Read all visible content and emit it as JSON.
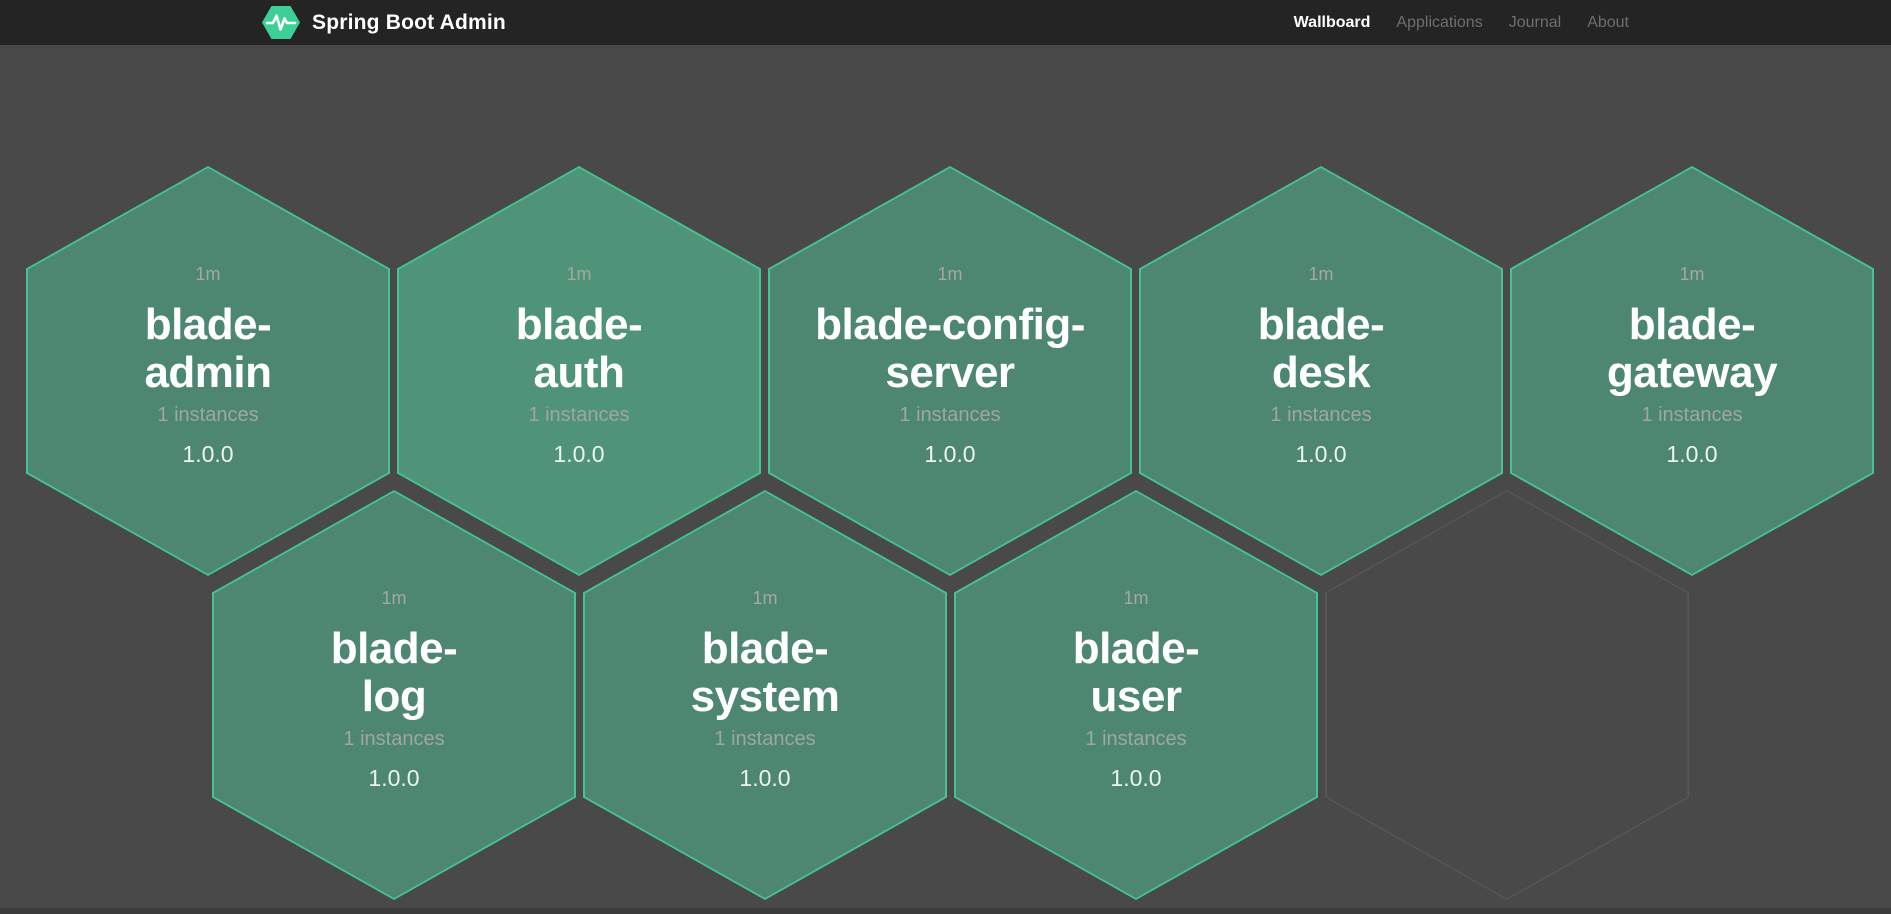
{
  "navbar": {
    "brand": "Spring Boot Admin",
    "brand_icon": "pulse-hexagon-icon",
    "links": [
      {
        "label": "Wallboard",
        "active": true
      },
      {
        "label": "Applications",
        "active": false
      },
      {
        "label": "Journal",
        "active": false
      },
      {
        "label": "About",
        "active": false
      }
    ]
  },
  "wallboard": {
    "tiles": [
      {
        "uptime": "1m",
        "name": "blade-admin",
        "instances": "1 instances",
        "version": "1.0.0",
        "status": "up"
      },
      {
        "uptime": "1m",
        "name": "blade-auth",
        "instances": "1 instances",
        "version": "1.0.0",
        "status": "up",
        "bright": true
      },
      {
        "uptime": "1m",
        "name": "blade-config-server",
        "instances": "1 instances",
        "version": "1.0.0",
        "status": "up"
      },
      {
        "uptime": "1m",
        "name": "blade-desk",
        "instances": "1 instances",
        "version": "1.0.0",
        "status": "up"
      },
      {
        "uptime": "1m",
        "name": "blade-gateway",
        "instances": "1 instances",
        "version": "1.0.0",
        "status": "up"
      },
      {
        "uptime": "1m",
        "name": "blade-log",
        "instances": "1 instances",
        "version": "1.0.0",
        "status": "up"
      },
      {
        "uptime": "1m",
        "name": "blade-system",
        "instances": "1 instances",
        "version": "1.0.0",
        "status": "up"
      },
      {
        "uptime": "1m",
        "name": "blade-user",
        "instances": "1 instances",
        "version": "1.0.0",
        "status": "up"
      },
      {
        "empty": true
      }
    ]
  },
  "colors": {
    "background": "#494949",
    "navbar_bg": "#242424",
    "brand_green": "#3ecf96",
    "tile_fill": "#4d8771",
    "tile_fill_bright": "#4f9478",
    "tile_border": "#45c493",
    "empty_border": "#565656",
    "nav_link": "#6e6e6e",
    "nav_link_active": "#ffffff"
  }
}
